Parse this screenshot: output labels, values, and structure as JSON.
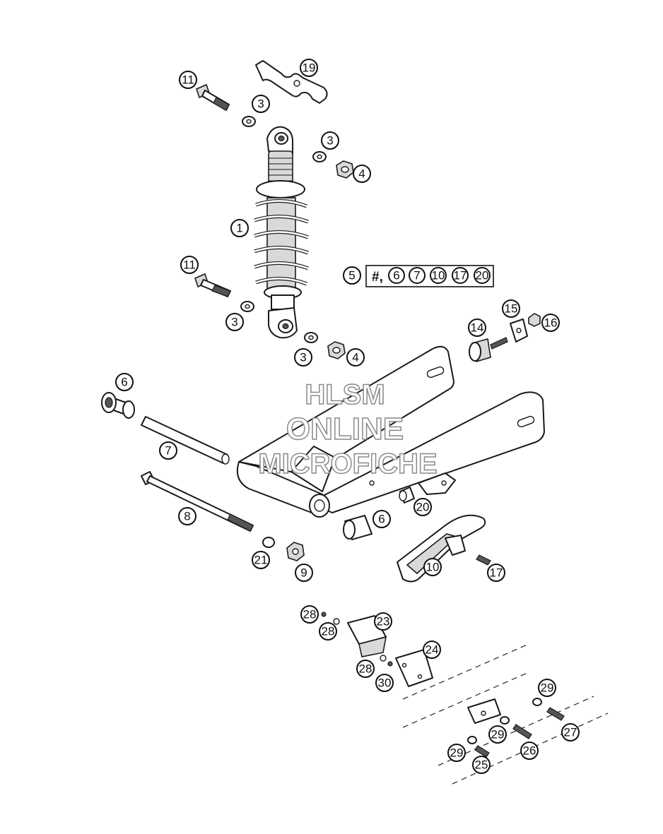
{
  "watermark": {
    "line1": "HLSM",
    "line2": "ONLINE",
    "line3": "MICROFICHE"
  },
  "kit_note": {
    "number": "5",
    "hash": "#,",
    "items": [
      "6",
      "7",
      "10",
      "17",
      "20"
    ]
  },
  "callouts": [
    {
      "id": "c19",
      "label": "19"
    },
    {
      "id": "c11a",
      "label": "11"
    },
    {
      "id": "c3a",
      "label": "3"
    },
    {
      "id": "c3b",
      "label": "3"
    },
    {
      "id": "c4a",
      "label": "4"
    },
    {
      "id": "c1",
      "label": "1"
    },
    {
      "id": "c11b",
      "label": "11"
    },
    {
      "id": "c3c",
      "label": "3"
    },
    {
      "id": "c3d",
      "label": "3"
    },
    {
      "id": "c4b",
      "label": "4"
    },
    {
      "id": "c15",
      "label": "15"
    },
    {
      "id": "c14",
      "label": "14"
    },
    {
      "id": "c16",
      "label": "16"
    },
    {
      "id": "c6a",
      "label": "6"
    },
    {
      "id": "c7",
      "label": "7"
    },
    {
      "id": "c8",
      "label": "8"
    },
    {
      "id": "c20",
      "label": "20"
    },
    {
      "id": "c6b",
      "label": "6"
    },
    {
      "id": "c21",
      "label": "21"
    },
    {
      "id": "c9",
      "label": "9"
    },
    {
      "id": "c10",
      "label": "10"
    },
    {
      "id": "c17",
      "label": "17"
    },
    {
      "id": "c28a",
      "label": "28"
    },
    {
      "id": "c28b",
      "label": "28"
    },
    {
      "id": "c23",
      "label": "23"
    },
    {
      "id": "c24",
      "label": "24"
    },
    {
      "id": "c28c",
      "label": "28"
    },
    {
      "id": "c30",
      "label": "30"
    },
    {
      "id": "c29a",
      "label": "29"
    },
    {
      "id": "c27",
      "label": "27"
    },
    {
      "id": "c29b",
      "label": "29"
    },
    {
      "id": "c26",
      "label": "26"
    },
    {
      "id": "c29c",
      "label": "29"
    },
    {
      "id": "c25",
      "label": "25"
    }
  ]
}
